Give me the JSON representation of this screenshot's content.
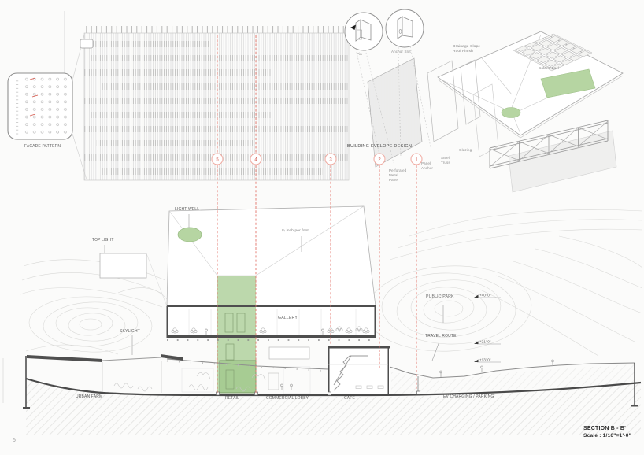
{
  "colors": {
    "paper": "#fbfbfa",
    "accent_green": "#b6d5a2",
    "accent_green_dark": "#a7cc93",
    "callout_red": "#d4564b",
    "redline": "#e4756a",
    "ink_dark": "#4a4a4a",
    "line_gray": "#9a9a9a"
  },
  "page_number": "5",
  "title_block": {
    "title": "SECTION B - B'",
    "scale": "Scale : 1/16\"=1'-0\""
  },
  "labels": {
    "facade_pattern": "FACADE PATTERN",
    "pin": "Pin",
    "anchor_slot": "Anchor Slot",
    "envelope_heading": "BUILDING EVELOPE DESIGN",
    "perforated_panel": "Perforated\nMetal\nPanel",
    "panel_anchor": "Panel\nAnchor",
    "steel_truss": "Steel\nTruss",
    "glazing": "Glazing",
    "drainage": "Drainage Slope\nRoof Finish",
    "solar_panel": "Solar Panel",
    "light_well": "LIGHT WELL",
    "roof_slope": "¼ inch per foot",
    "top_light": "TOP LIGHT",
    "skylight": "SKYLIGHT",
    "gallery": "GALLERY",
    "public_park": "PUBLIC PARK",
    "travel_route": "TRAVEL ROUTE",
    "urban_farm": "URBAN FARM",
    "retail": "RETAIL",
    "commercial_lobby": "COMMERCIAL LOBBY",
    "cafe": "CAFE",
    "ev_charging": "EV CHARGING / PARKING"
  },
  "callouts": [
    "5",
    "4",
    "3",
    "2",
    "1"
  ],
  "elevations": [
    "+40'-0\"",
    "+21'-0\"",
    "+13'-0\""
  ]
}
